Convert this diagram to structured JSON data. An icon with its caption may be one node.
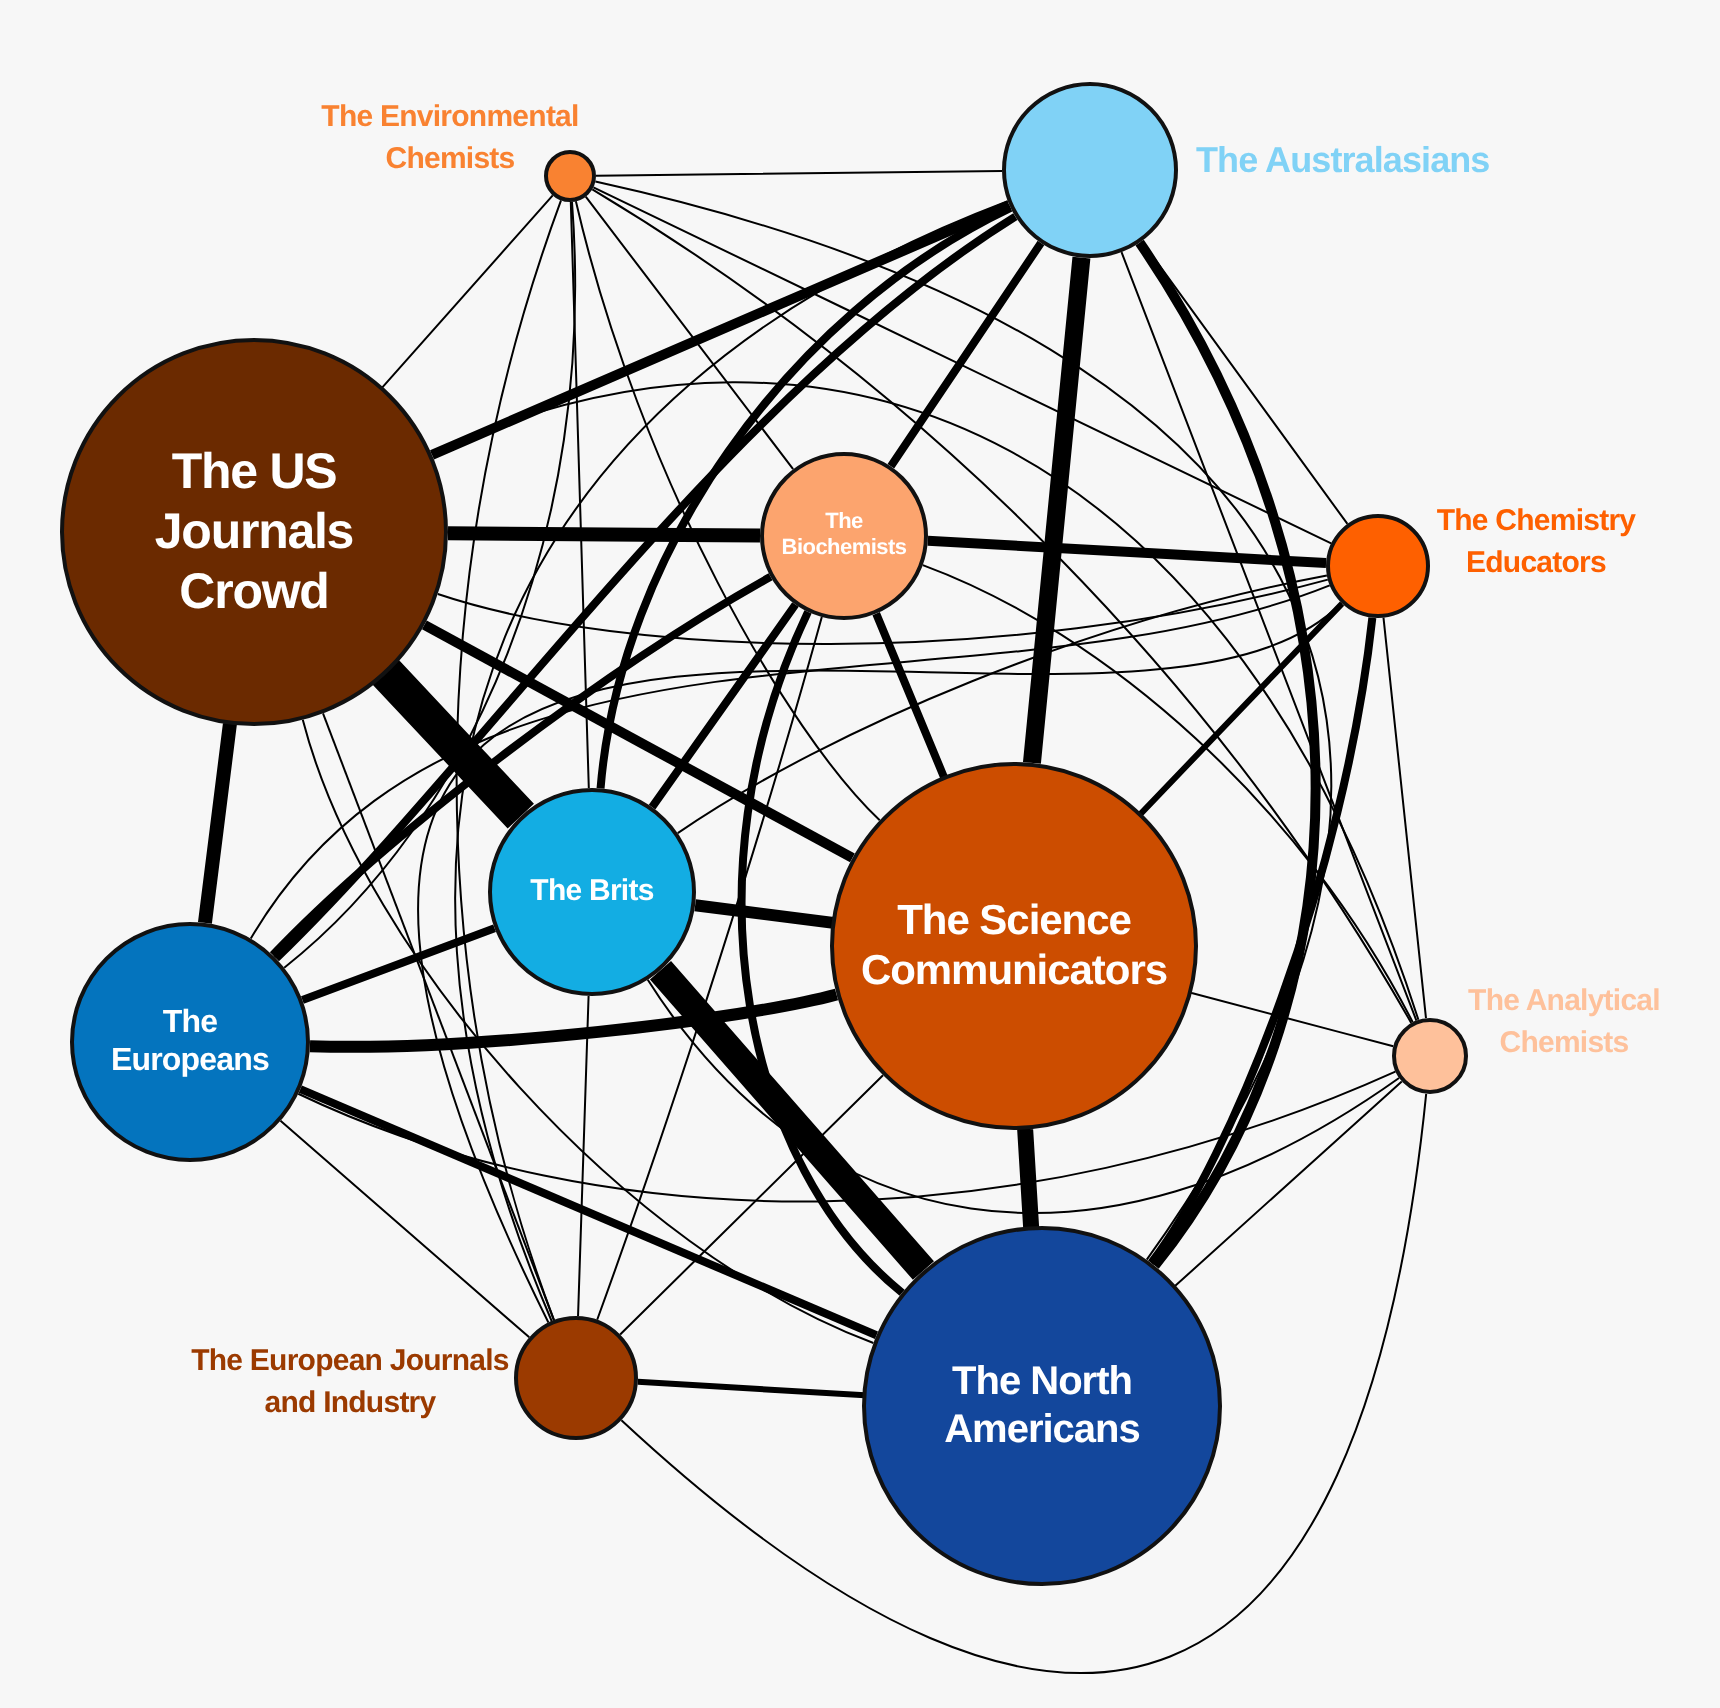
{
  "diagram": {
    "nodes": [
      {
        "text": [],
        "shape": "circle",
        "beside": [
          "The Environmental Chemists"
        ]
      },
      {
        "text": [],
        "shape": "circle",
        "beside": [
          "The Australasians"
        ]
      },
      {
        "text": [
          "The US Journals Crowd"
        ]
      },
      {
        "text": [
          "The Biochemists"
        ]
      },
      {
        "text": [],
        "shape": "circle",
        "beside": [
          "The Chemistry Educators"
        ]
      },
      {
        "text": [
          "The Brits"
        ]
      },
      {
        "text": [
          "The Science Communicators"
        ]
      },
      {
        "text": [],
        "shape": "circle",
        "beside": [
          "The Analytical Chemists"
        ]
      },
      {
        "text": [
          "The Europeans"
        ]
      },
      {
        "text": [],
        "shape": "circle",
        "beside": [
          "The European Journals and Industry"
        ]
      },
      {
        "text": [
          "The North Americans"
        ]
      }
    ],
    "edges": [
      {
        "from": 0,
        "to": 1,
        "arrow": "none"
      },
      {
        "from": 0,
        "to": 2,
        "arrow": "none"
      },
      {
        "from": 0,
        "to": 3,
        "arrow": "none"
      },
      {
        "from": 0,
        "to": 4,
        "arrow": "none"
      },
      {
        "from": 0,
        "to": 5,
        "arrow": "none"
      },
      {
        "from": 0,
        "to": 6,
        "arrow": "none"
      },
      {
        "from": 0,
        "to": 7,
        "arrow": "none"
      },
      {
        "from": 0,
        "to": 8,
        "arrow": "none"
      },
      {
        "from": 0,
        "to": 9,
        "arrow": "none"
      },
      {
        "from": 0,
        "to": 10,
        "arrow": "none"
      },
      {
        "from": 1,
        "to": 2,
        "arrow": "none",
        "style": "thick"
      },
      {
        "from": 1,
        "to": 3,
        "arrow": "none",
        "style": "thick"
      },
      {
        "from": 1,
        "to": 4,
        "arrow": "none"
      },
      {
        "from": 1,
        "to": 5,
        "arrow": "none",
        "style": "thick"
      },
      {
        "from": 1,
        "to": 6,
        "arrow": "none",
        "style": "thick"
      },
      {
        "from": 1,
        "to": 7,
        "arrow": "none"
      },
      {
        "from": 1,
        "to": 8,
        "arrow": "none",
        "style": "thick"
      },
      {
        "from": 1,
        "to": 9,
        "arrow": "none"
      },
      {
        "from": 1,
        "to": 10,
        "arrow": "none",
        "style": "thick"
      },
      {
        "from": 2,
        "to": 3,
        "arrow": "none",
        "style": "thick"
      },
      {
        "from": 2,
        "to": 4,
        "arrow": "none"
      },
      {
        "from": 2,
        "to": 5,
        "arrow": "none",
        "style": "thick"
      },
      {
        "from": 2,
        "to": 6,
        "arrow": "none",
        "style": "thick"
      },
      {
        "from": 2,
        "to": 7,
        "arrow": "none"
      },
      {
        "from": 2,
        "to": 8,
        "arrow": "none",
        "style": "thick"
      },
      {
        "from": 2,
        "to": 9,
        "arrow": "none"
      },
      {
        "from": 2,
        "to": 10,
        "arrow": "none"
      },
      {
        "from": 3,
        "to": 4,
        "arrow": "none",
        "style": "thick"
      },
      {
        "from": 3,
        "to": 5,
        "arrow": "none",
        "style": "thick"
      },
      {
        "from": 3,
        "to": 6,
        "arrow": "none",
        "style": "thick"
      },
      {
        "from": 3,
        "to": 7,
        "arrow": "none"
      },
      {
        "from": 3,
        "to": 8,
        "arrow": "none",
        "style": "thick"
      },
      {
        "from": 3,
        "to": 9,
        "arrow": "none"
      },
      {
        "from": 3,
        "to": 10,
        "arrow": "none",
        "style": "thick"
      },
      {
        "from": 4,
        "to": 5,
        "arrow": "none"
      },
      {
        "from": 4,
        "to": 6,
        "arrow": "none",
        "style": "thick"
      },
      {
        "from": 4,
        "to": 7,
        "arrow": "none"
      },
      {
        "from": 4,
        "to": 8,
        "arrow": "none"
      },
      {
        "from": 4,
        "to": 9,
        "arrow": "none"
      },
      {
        "from": 4,
        "to": 10,
        "arrow": "none",
        "style": "thick"
      },
      {
        "from": 5,
        "to": 6,
        "arrow": "none",
        "style": "thick"
      },
      {
        "from": 5,
        "to": 7,
        "arrow": "none"
      },
      {
        "from": 5,
        "to": 8,
        "arrow": "none",
        "style": "thick"
      },
      {
        "from": 5,
        "to": 9,
        "arrow": "none"
      },
      {
        "from": 5,
        "to": 10,
        "arrow": "none",
        "style": "thick"
      },
      {
        "from": 6,
        "to": 7,
        "arrow": "none"
      },
      {
        "from": 6,
        "to": 8,
        "arrow": "none",
        "style": "thick"
      },
      {
        "from": 6,
        "to": 9,
        "arrow": "none"
      },
      {
        "from": 6,
        "to": 10,
        "arrow": "none",
        "style": "thick"
      },
      {
        "from": 7,
        "to": 8,
        "arrow": "none"
      },
      {
        "from": 7,
        "to": 9,
        "arrow": "none"
      },
      {
        "from": 7,
        "to": 10,
        "arrow": "none"
      },
      {
        "from": 8,
        "to": 9,
        "arrow": "none"
      },
      {
        "from": 8,
        "to": 10,
        "arrow": "none",
        "style": "thick"
      },
      {
        "from": 9,
        "to": 10,
        "arrow": "none",
        "style": "thick"
      }
    ]
  }
}
